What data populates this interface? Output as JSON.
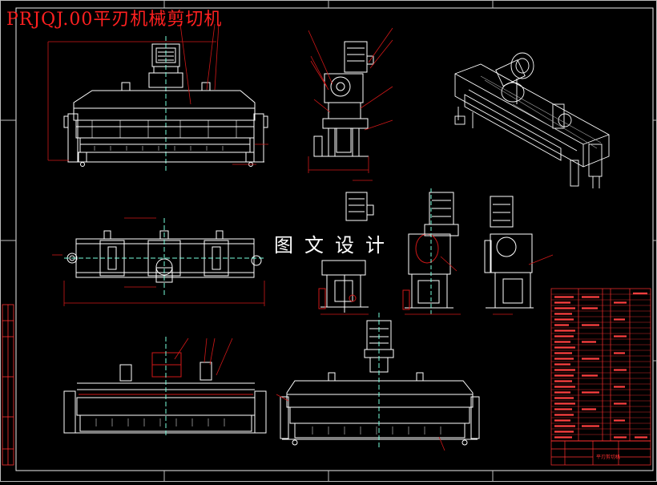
{
  "drawing": {
    "title": "PRJQJ.00平刃机械剪切机",
    "watermark": "图文设计"
  },
  "title_block": {
    "label": "平刃剪切机"
  },
  "colors": {
    "background": "#000000",
    "lines": "#ffffff",
    "annotation": "#ff2020",
    "dimension": "#d01818"
  }
}
